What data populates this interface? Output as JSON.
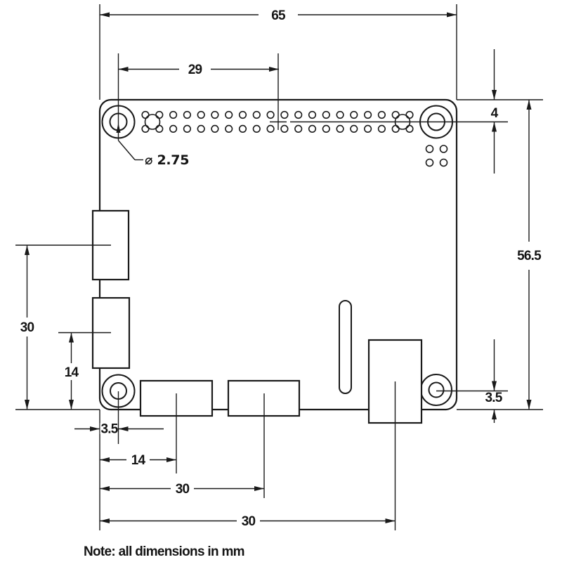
{
  "note": "Note: all dimensions in mm",
  "dims": {
    "board_width": "65",
    "header_center_offset": "29",
    "hole_center_from_top": "4",
    "board_height": "56.5",
    "hole_diameter": "⌀ 2.75",
    "upper_left_connector_center": "30",
    "lower_left_connector_center": "14",
    "hole_center_from_left": "3.5",
    "bottom_connector1_center": "14",
    "bottom_connector2_center": "30",
    "bottom_connector3_center": "30",
    "hole_center_from_bottom": "3.5"
  }
}
